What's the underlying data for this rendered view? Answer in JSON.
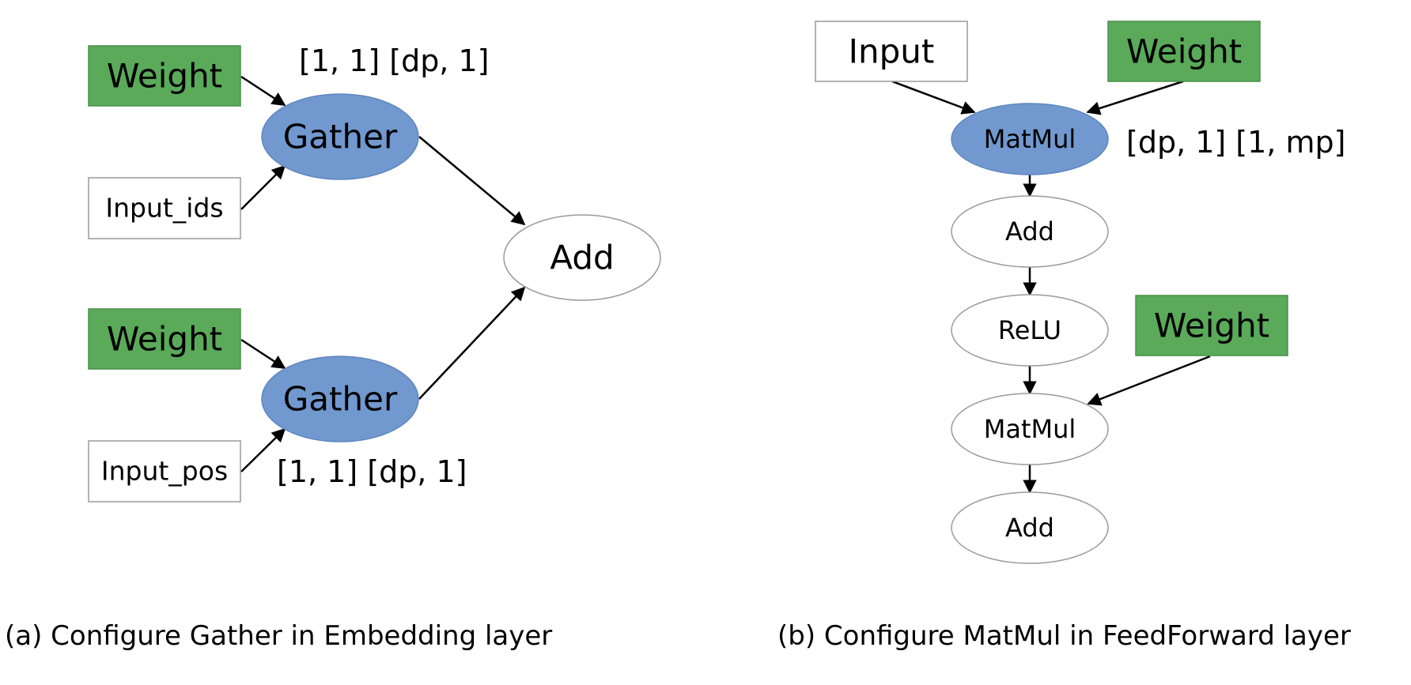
{
  "colors": {
    "weight_fill": "#5aaa5a",
    "weight_stroke": "#4a8f4a",
    "op_highlight_fill": "#7198cf",
    "op_highlight_stroke": "#5f87bf",
    "node_stroke": "#9a9a9a",
    "edge": "#000000"
  },
  "panel_a": {
    "weight_top": "Weight",
    "gather_top": "Gather",
    "input_ids": "Input_ids",
    "strategy_top": "[1, 1] [dp, 1]",
    "add": "Add",
    "weight_bottom": "Weight",
    "gather_bottom": "Gather",
    "input_pos": "Input_pos",
    "strategy_bottom": "[1, 1] [dp, 1]",
    "caption": "(a) Configure Gather in Embedding layer"
  },
  "panel_b": {
    "input": "Input",
    "weight_top": "Weight",
    "matmul_top": "MatMul",
    "strategy": "[dp, 1] [1, mp]",
    "add_1": "Add",
    "relu": "ReLU",
    "weight_bottom": "Weight",
    "matmul_bottom": "MatMul",
    "add_2": "Add",
    "caption": "(b) Configure MatMul in FeedForward layer"
  }
}
